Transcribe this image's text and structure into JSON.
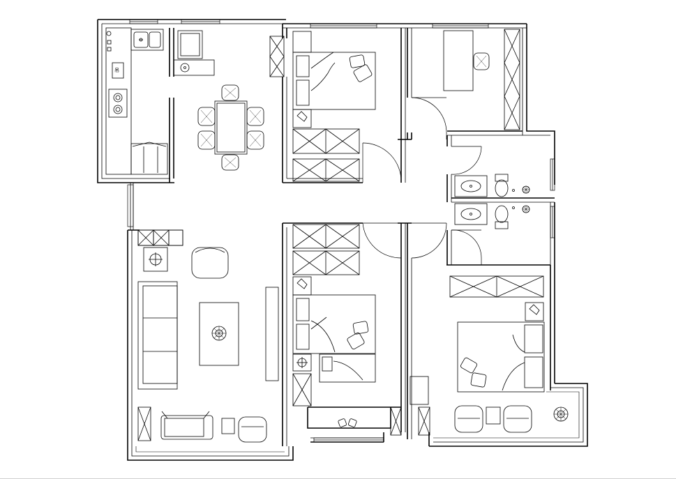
{
  "canvas": {
    "background": "#ffffff",
    "line_color": "#000000",
    "frame_color": "#cfcfcf"
  },
  "rooms": [
    {
      "id": "kitchen"
    },
    {
      "id": "dining"
    },
    {
      "id": "bedroom-north"
    },
    {
      "id": "study"
    },
    {
      "id": "bathroom-upper"
    },
    {
      "id": "bathroom-lower"
    },
    {
      "id": "living-room"
    },
    {
      "id": "bedroom-middle"
    },
    {
      "id": "master-bedroom"
    },
    {
      "id": "balcony"
    }
  ],
  "fixtures": {
    "kitchen": [
      "sink-icon",
      "stove-icon",
      "range-hood-icon",
      "refrigerator-icon"
    ],
    "dining": [
      "dining-table-icon",
      "chair-icon"
    ],
    "living": [
      "sofa-icon",
      "coffee-table-icon",
      "tv-cabinet-icon",
      "treadmill-icon",
      "armchair-icon",
      "plant-icon"
    ],
    "bedroom": [
      "bed-icon",
      "wardrobe-icon",
      "nightstand-icon",
      "lounge-chair-icon",
      "telephone-icon"
    ],
    "bath": [
      "toilet-icon",
      "washbasin-icon",
      "plant-icon"
    ],
    "study": [
      "desk-icon",
      "office-chair-icon",
      "bookshelf-icon"
    ]
  }
}
